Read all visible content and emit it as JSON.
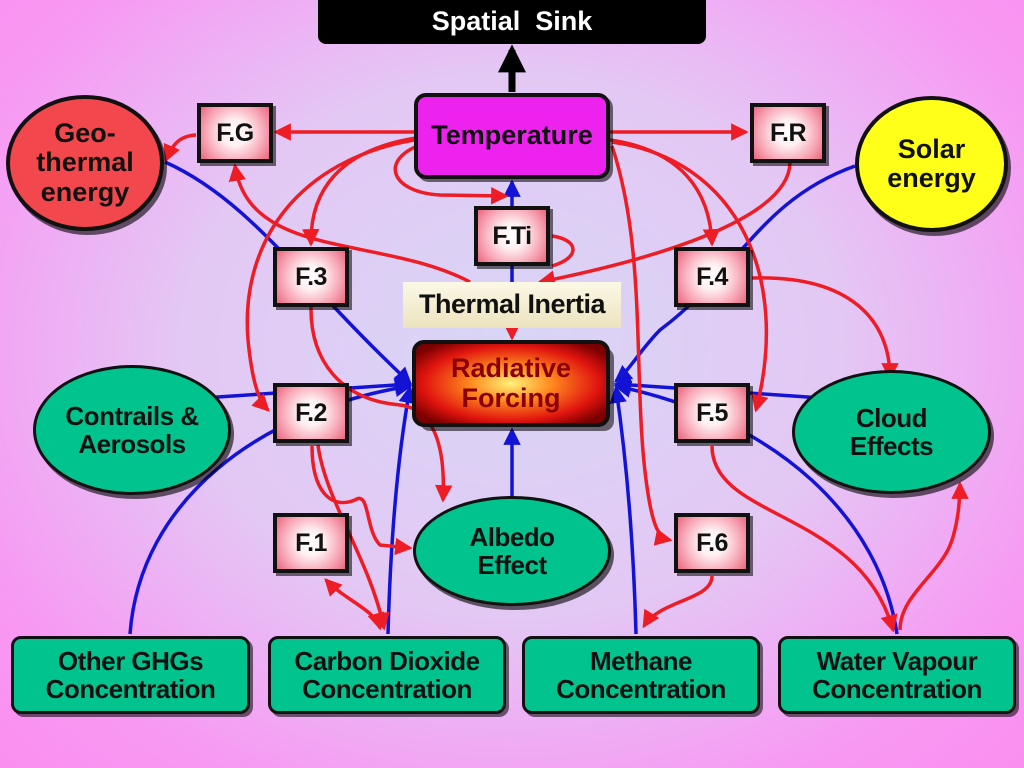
{
  "title": "Spatial  Sink",
  "temperature": "Temperature",
  "thermal_inertia": "Thermal Inertia",
  "radiative_forcing": "Radiative\nForcing",
  "geothermal": "Geo-\nthermal\nenergy",
  "solar": "Solar\nenergy",
  "contrails": "Contrails &\nAerosols",
  "cloud": "Cloud\nEffects",
  "albedo": "Albedo\nEffect",
  "factors": {
    "fg": "F.G",
    "fr": "F.R",
    "fti": "F.Ti",
    "f3": "F.3",
    "f4": "F.4",
    "f2": "F.2",
    "f5": "F.5",
    "f1": "F.1",
    "f6": "F.6"
  },
  "concentrations": {
    "other_ghgs": "Other GHGs\nConcentration",
    "co2": "Carbon Dioxide\nConcentration",
    "methane": "Methane\nConcentration",
    "water_vapour": "Water Vapour\nConcentration"
  },
  "colors": {
    "red_arrow": "#ee1c25",
    "blue_arrow": "#1313d6",
    "node_green": "#00c38e",
    "temperature_fill": "#ee22ee",
    "solar_fill": "#ffff1a",
    "geothermal_fill": "#f2484d",
    "background": "#f79af3"
  }
}
